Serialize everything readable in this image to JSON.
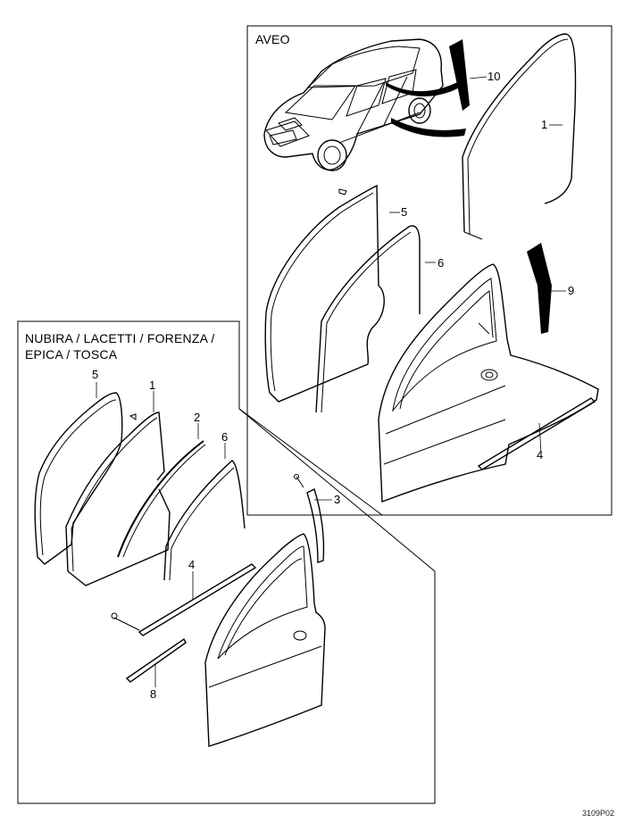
{
  "panels": {
    "aveo": {
      "title": "AVEO"
    },
    "nubira": {
      "title_line1": "NUBIRA / LACETTI / FORENZA /",
      "title_line2": "EPICA / TOSCA"
    }
  },
  "callouts": {
    "aveo": {
      "c10": "10",
      "c1": "1",
      "c5": "5",
      "c6": "6",
      "c9": "9",
      "c4": "4"
    },
    "nubira": {
      "c5": "5",
      "c1": "1",
      "c2": "2",
      "c6": "6",
      "c3": "3",
      "c4": "4",
      "c8": "8"
    }
  },
  "figure_code": "3109P02"
}
